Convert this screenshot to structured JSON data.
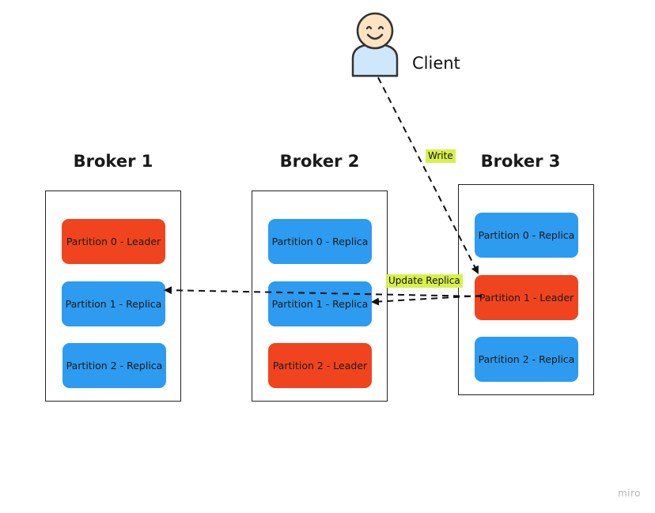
{
  "client": {
    "label": "Client",
    "icon": "user-smile-icon"
  },
  "labels": {
    "write": "Write",
    "update_replica": "Update Replica"
  },
  "brokers": [
    {
      "title": "Broker 1",
      "partitions": [
        {
          "label": "Partition 0 - Leader",
          "role": "leader"
        },
        {
          "label": "Partition 1 - Replica",
          "role": "replica"
        },
        {
          "label": "Partition 2 - Replica",
          "role": "replica"
        }
      ]
    },
    {
      "title": "Broker 2",
      "partitions": [
        {
          "label": "Partition 0 - Replica",
          "role": "replica"
        },
        {
          "label": "Partition 1 - Replica",
          "role": "replica"
        },
        {
          "label": "Partition 2 - Leader",
          "role": "leader"
        }
      ]
    },
    {
      "title": "Broker 3",
      "partitions": [
        {
          "label": "Partition 0 - Replica",
          "role": "replica"
        },
        {
          "label": "Partition 1 - Leader",
          "role": "leader"
        },
        {
          "label": "Partition 2 - Replica",
          "role": "replica"
        }
      ]
    }
  ],
  "colors": {
    "leader": "#f0441f",
    "replica": "#2d9bf0",
    "tag_highlight": "#d9f04a",
    "client_face": "#fbe3c4",
    "client_body": "#cfe7fb"
  },
  "watermark": "miro"
}
